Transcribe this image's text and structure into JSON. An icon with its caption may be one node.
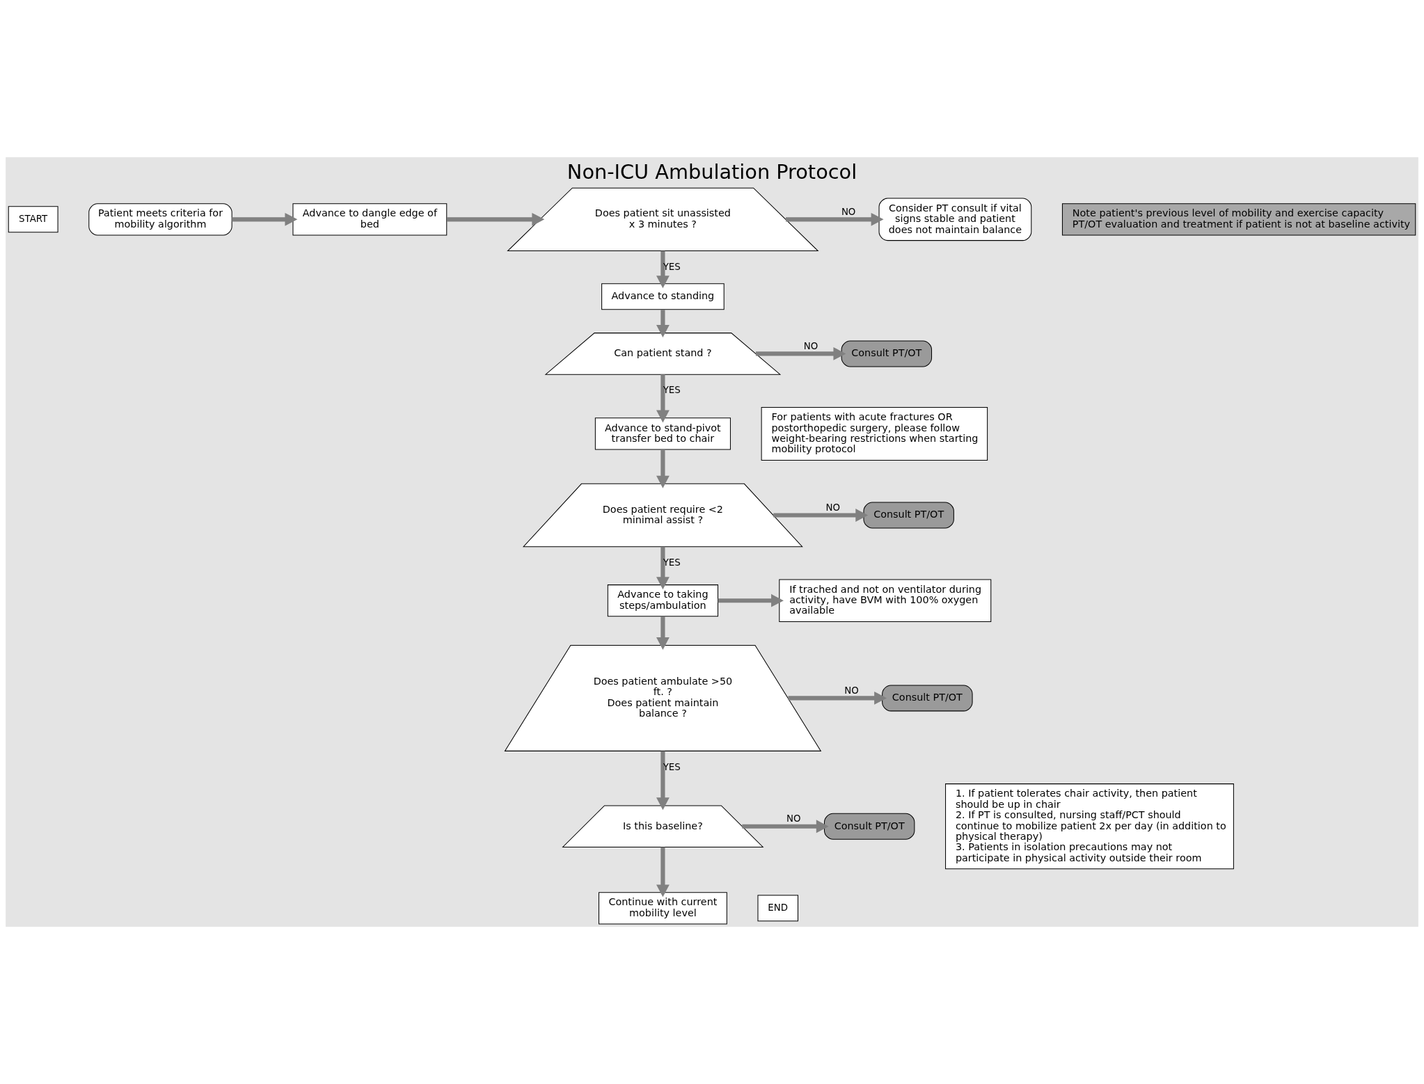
{
  "diagram": {
    "title": "Non-ICU Ambulation Protocol",
    "nodes": [
      {
        "text": [
          "START"
        ]
      },
      {
        "text": [
          "Patient meets criteria for mobility algorithm"
        ]
      },
      {
        "text": [
          "Note patient's previous level of mobility and exercise capacity",
          "PT/OT evaluation and treatment if patient is not at baseline activity"
        ]
      },
      {
        "text": [
          "Advance to dangle edge of bed"
        ]
      },
      {
        "text": [
          "Does patient sit unassisted x 3 minutes ?"
        ]
      },
      {
        "text": [
          "Consider PT consult if vital signs stable and patient does not maintain balance"
        ]
      },
      {
        "text": [
          "Advance to standing"
        ]
      },
      {
        "text": [
          "Can patient stand ?"
        ]
      },
      {
        "text": [
          "Consult PT/OT"
        ]
      },
      {
        "text": [
          "For patients with acute fractures OR postorthopedic surgery, please follow weight-bearing restrictions when starting mobility protocol"
        ]
      },
      {
        "text": [
          "Advance to stand-pivot transfer bed to chair"
        ]
      },
      {
        "text": [
          "Does patient require <2 minimal assist ?"
        ]
      },
      {
        "text": [
          "Consult PT/OT"
        ]
      },
      {
        "text": [
          "If trached and not on ventilator during activity, have BVM with 100% oxygen available"
        ]
      },
      {
        "text": [
          "Advance to taking steps/ambulation"
        ]
      },
      {
        "text": [
          "Does patient ambulate >50 ft. ?",
          "Does patient maintain balance ?"
        ]
      },
      {
        "text": [
          "Consult PT/OT"
        ]
      },
      {
        "text": [
          "1. If patient tolerates chair activity, then patient should be up in chair",
          "2. If PT is consulted, nursing staff/PCT should continue to mobilize patient 2x per day (in addition to physical therapy)",
          "3. Patients in isolation precautions may not participate in physical activity outside their room"
        ]
      },
      {
        "text": [
          "Is this baseline?"
        ]
      },
      {
        "text": [
          "Consult PT/OT"
        ]
      },
      {
        "text": [
          "Continue with current mobility level"
        ]
      },
      {
        "text": [
          "END"
        ]
      }
    ],
    "edges": [
      {
        "from": 1,
        "to": 3,
        "arrow": "to"
      },
      {
        "from": 3,
        "to": 4,
        "arrow": "to"
      },
      {
        "from": 4,
        "to": 5,
        "arrow": "to",
        "label": "NO"
      },
      {
        "from": 4,
        "to": 6,
        "arrow": "to",
        "label": "YES"
      },
      {
        "from": 6,
        "to": 7,
        "arrow": "to"
      },
      {
        "from": 7,
        "to": 8,
        "arrow": "to",
        "label": "NO"
      },
      {
        "from": 7,
        "to": 10,
        "arrow": "to",
        "label": "YES"
      },
      {
        "from": 10,
        "to": 11,
        "arrow": "to"
      },
      {
        "from": 11,
        "to": 12,
        "arrow": "to",
        "label": "NO"
      },
      {
        "from": 11,
        "to": 14,
        "arrow": "to",
        "label": "YES"
      },
      {
        "from": 14,
        "to": 13,
        "arrow": "to"
      },
      {
        "from": 14,
        "to": 15,
        "arrow": "to"
      },
      {
        "from": 15,
        "to": 16,
        "arrow": "to",
        "label": "NO"
      },
      {
        "from": 15,
        "to": 18,
        "arrow": "to",
        "label": "YES"
      },
      {
        "from": 18,
        "to": 19,
        "arrow": "to",
        "label": "NO"
      },
      {
        "from": 18,
        "to": 20,
        "arrow": "to"
      }
    ]
  }
}
